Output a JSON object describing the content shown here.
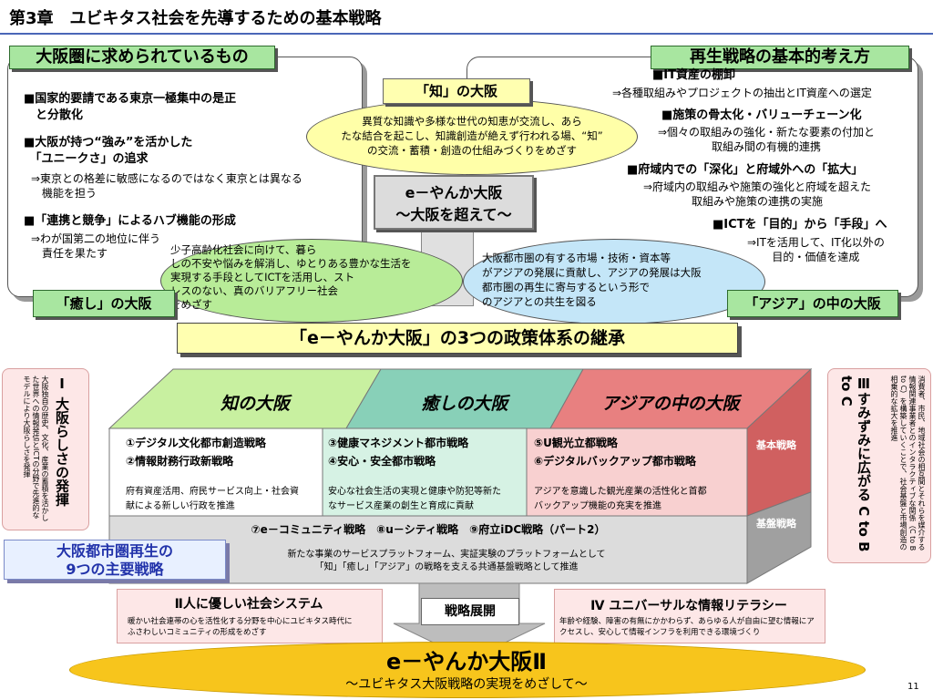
{
  "page": {
    "title": "第3章　ユビキタス社会を先導するための基本戦略",
    "page_number": "11"
  },
  "left_panel": {
    "heading": "大阪圏に求められているもの",
    "item1": "■国家的要請である東京一極集中の是正\n　と分散化",
    "item2": "■大阪が持つ“強み”を活かした\n　「ユニークさ」の追求",
    "item2_sub": "⇒東京との格差に敏感になるのではなく東京とは異なる\n　機能を担う",
    "item3": "■「連携と競争」によるハブ機能の形成",
    "item3_sub": "⇒わが国第二の地位に伴う\n　責任を果たす"
  },
  "right_panel": {
    "heading": "再生戦略の基本的考え方",
    "item1": "■IT資産の棚卸",
    "item1_sub": "⇒各種取組みやプロジェクトの抽出とIT資産への選定",
    "item2": "■施策の骨太化・バリューチェーン化",
    "item2_sub": "⇒個々の取組みの強化・新たな要素の付加と\n取組み間の有機的連携",
    "item3": "■府域内での「深化」と府域外への「拡大」",
    "item3_sub": "⇒府域内の取組みや施策の強化と府域を超えた\n取組みや施策の連携の実施",
    "item4": "■ICTを「目的」から「手段」へ",
    "item4_sub": "⇒ITを活用して、IT化以外の\n目的・価値を達成"
  },
  "center": {
    "chi_label": "「知」の大阪",
    "chi_text": "異質な知識や多様な世代の知恵が交流し、あら\nたな結合を起こし、知識創造が絶えず行われる場、“知”\nの交流・蓄積・創造の仕組みづくりをめざす",
    "box_line1": "e－やんか大阪",
    "box_line2": "～大阪を超えて～",
    "iyashi_text": "少子高齢化社会に向けて、暮ら\nしの不安や悩みを解消し、ゆとりある豊かな生活を\n実現する手段としてICTを活用し、スト\nレスのない、真のバリアフリー社会\nをめざす",
    "iyashi_label": "「癒し」の大阪",
    "asia_text": "大阪都市圏の有する市場・技術・資本等\nがアジアの発展に貢献し、アジアの発展は大阪\n都市圏の再生に寄与するという形で\nのアジアとの共生を図る",
    "asia_label": "「アジア」の中の大阪"
  },
  "banner": {
    "text": "「e－やんか大阪」の3つの政策体系の継承"
  },
  "cube": {
    "col1_title": "知の大阪",
    "col2_title": "癒しの大阪",
    "col3_title": "アジアの中の大阪",
    "col1_strategies": "①デジタル文化都市創造戦略\n②情報財務行政新戦略",
    "col2_strategies": "③健康マネジメント都市戦略\n④安心・安全都市戦略",
    "col3_strategies": "⑤U観光立都戦略\n⑥デジタルバックアップ都市戦略",
    "col1_desc": "府有資産活用、府民サービス向上・社会資\n献による新しい行政を推進",
    "col2_desc": "安心な社会生活の実現と健康や防犯等新た\nなサービス産業の創生と育成に貢献",
    "col3_desc": "アジアを意識した観光産業の活性化と首都\nバックアップ機能の充実を推進",
    "side_basic": "基本戦略",
    "side_base": "基盤戦略",
    "base_strategies": "⑦e－コミュニティ戦略　⑧u－シティ戦略　⑨府立iDC戦略（パート2）",
    "base_desc": "新たな事業のサービスプラットフォーム、実証実験のプラットフォームとして\n「知」「癒し」「アジア」の戦略を支える共通基盤戦略として推進"
  },
  "left_side": {
    "title": "Ⅰ 大阪らしさの発揮",
    "text": "大阪独自の歴史、文化、産業の蓄積を活かした世界への情報発信とICTの分野で先進的なモデルにより大阪らしさを発揮"
  },
  "right_side": {
    "title": "Ⅲすみずみに広がる C to B to C",
    "text": "消費者、市民、地域社会の相互間とそれらを媒介する情報関連事業者とのインタラクティブな関係（C to B to C）を構築していくことで、社会基盤と市場創造の相乗的な拡大を推進"
  },
  "nine": {
    "text": "大阪都市圏再生の\n9つの主要戦略"
  },
  "bottom": {
    "box2_title": "Ⅱ人に優しい社会システム",
    "box2_text": "暖かい社会連帯の心を活性化する分野を中心にユビキタス時代に\nふさわしいコミュニティの形成をめざす",
    "center_label": "戦略展開",
    "box4_title": "Ⅳ ユニバーサルな情報リテラシー",
    "box4_text": "年齢や経験、障害の有無にかかわらず、あらゆる人が自由に望む情報にア\nクセスし、安心して情報インフラを利用できる環境づくり",
    "final_title": "e－やんか大阪Ⅱ",
    "final_sub": "～ユビキタス大阪戦略の実現をめざして～"
  },
  "colors": {
    "green": "#b8ec98",
    "teal": "#7ec8b0",
    "red": "#e07070",
    "yellow": "#ffffb0",
    "blue_label": "#3b4fc0",
    "final_gold": "#f7c51c"
  }
}
